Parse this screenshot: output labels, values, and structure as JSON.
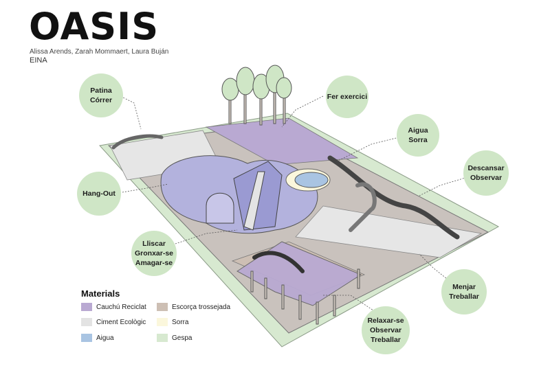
{
  "header": {
    "title": "OASIS",
    "authors": "Alissa Arends, Zarah Mommaert, Laura Buján",
    "organization": "EINA"
  },
  "labels": [
    {
      "id": "patina",
      "text": "Patina\nCórrer"
    },
    {
      "id": "fer",
      "text": "Fer exercici"
    },
    {
      "id": "aigua",
      "text": "Aigua\nSorra"
    },
    {
      "id": "descansar",
      "text": "Descansar\nObservar"
    },
    {
      "id": "hangout",
      "text": "Hang-Out"
    },
    {
      "id": "lliscar",
      "text": "Lliscar\nGronxar-se\nAmagar-se"
    },
    {
      "id": "menjar",
      "text": "Menjar\nTreballar"
    },
    {
      "id": "relaxar",
      "text": "Relaxar-se\nObservar\nTreballar"
    }
  ],
  "legend": {
    "title": "Materials",
    "items": [
      {
        "label": "Cauchú Reciclat",
        "color": "#b9a9d2"
      },
      {
        "label": "Escorça trossejada",
        "color": "#cdbfb4"
      },
      {
        "label": "Ciment Ecològic",
        "color": "#e3e3e3"
      },
      {
        "label": "Sorra",
        "color": "#fbf7dc"
      },
      {
        "label": "Aigua",
        "color": "#a9c4e2"
      },
      {
        "label": "Gespa",
        "color": "#d7e9d0"
      }
    ]
  },
  "colors": {
    "bubble_fill": "#cfe6c6",
    "grass": "#d7e9d0",
    "rubber": "#b9a9d2",
    "bark": "#cdbfb4",
    "cement": "#e3e3e3",
    "sand": "#fbf7dc",
    "water": "#a9c4e2"
  }
}
